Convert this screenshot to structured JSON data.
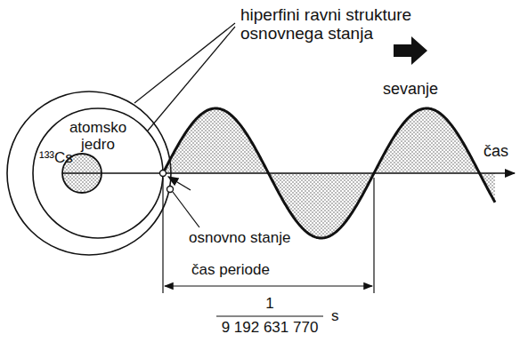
{
  "diagram": {
    "labels": [
      "hiperfini ravni strukture osnovnega stanja",
      "atomsko jedro",
      "¹³³Cs",
      "sevanje",
      "čas",
      "osnovno stanje",
      "čas periode",
      "1",
      "9 192 631 770",
      "s"
    ]
  }
}
